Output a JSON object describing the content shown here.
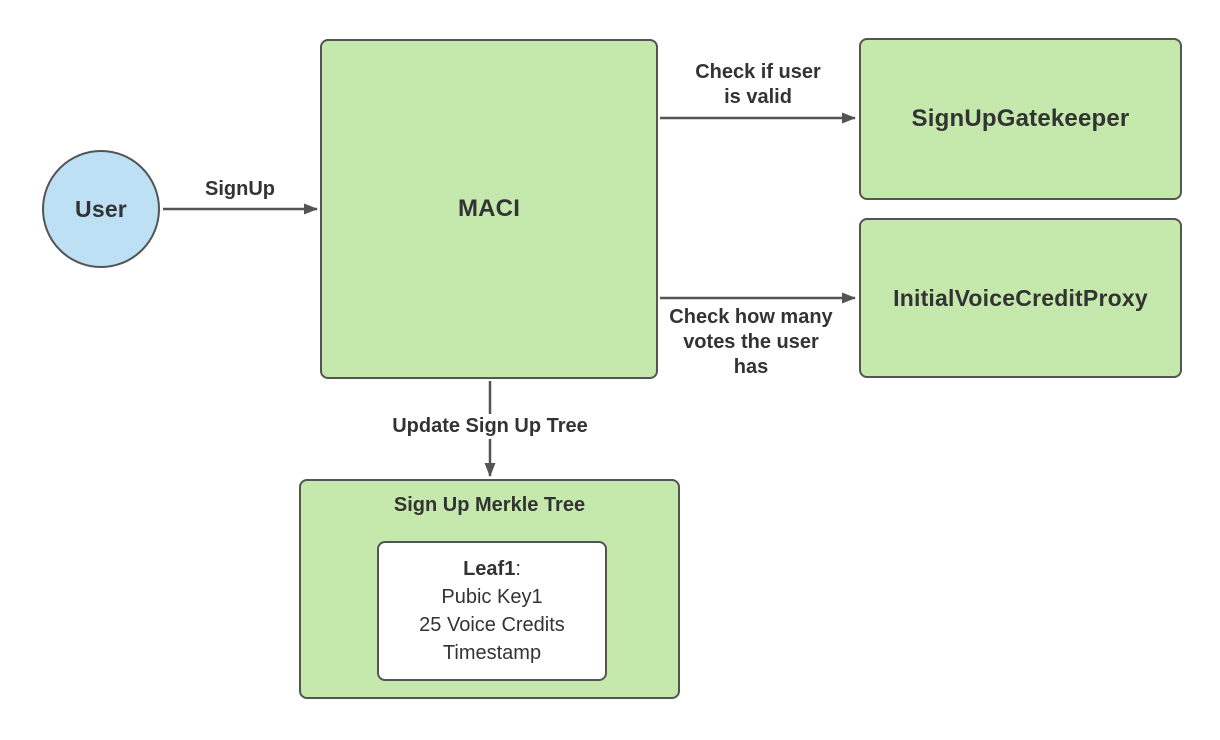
{
  "colors": {
    "background": "#ffffff",
    "node_green": "#c5e8ac",
    "node_blue": "#bde0f5",
    "border": "#545454",
    "text": "#333333",
    "leaf_bg": "#ffffff"
  },
  "nodes": {
    "user": {
      "label": "User"
    },
    "maci": {
      "label": "MACI"
    },
    "signup_gatekeeper": {
      "label": "SignUpGatekeeper"
    },
    "initial_voice_credit_proxy": {
      "label": "InitialVoiceCreditProxy"
    },
    "signup_merkle_tree": {
      "title": "Sign Up Merkle Tree"
    },
    "leaf": {
      "name": "Leaf1",
      "name_suffix": ":",
      "lines": [
        "Pubic Key1",
        "25 Voice Credits",
        "Timestamp"
      ]
    }
  },
  "edges": {
    "signup": {
      "label": "SignUp"
    },
    "check_valid": {
      "label": "Check if user\nis valid"
    },
    "check_votes": {
      "label": "Check how many\nvotes the user\nhas"
    },
    "update_tree": {
      "label": "Update Sign Up Tree"
    }
  }
}
